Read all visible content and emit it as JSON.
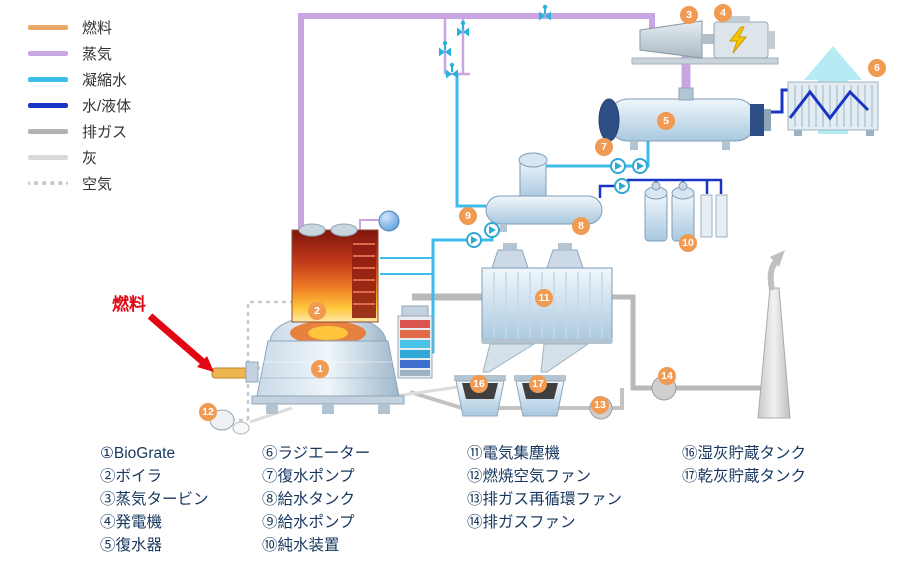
{
  "legend": {
    "items": [
      {
        "name": "fuel",
        "label": "燃料",
        "color": "#E9A869",
        "line": "solid"
      },
      {
        "name": "steam",
        "label": "蒸気",
        "color": "#C7A6E3",
        "line": "solid"
      },
      {
        "name": "condensate",
        "label": "凝縮水",
        "color": "#3BBDEA",
        "line": "solid"
      },
      {
        "name": "water",
        "label": "水/液体",
        "color": "#1A35C4",
        "line": "solid"
      },
      {
        "name": "flue-gas",
        "label": "排ガス",
        "color": "#B3B3B3",
        "line": "solid"
      },
      {
        "name": "ash",
        "label": "灰",
        "color": "#D9D9D9",
        "line": "solid"
      },
      {
        "name": "air",
        "label": "空気",
        "color": "#C6C6C6",
        "line": "dotted"
      }
    ]
  },
  "diagram": {
    "fuel_input_label": "燃料",
    "badge_color": "#F09A52",
    "fuel_arrow_color": "#E30613",
    "badges": [
      {
        "n": "1"
      },
      {
        "n": "2"
      },
      {
        "n": "3"
      },
      {
        "n": "4"
      },
      {
        "n": "5"
      },
      {
        "n": "6"
      },
      {
        "n": "7"
      },
      {
        "n": "8"
      },
      {
        "n": "9"
      },
      {
        "n": "10"
      },
      {
        "n": "11"
      },
      {
        "n": "12"
      },
      {
        "n": "13"
      },
      {
        "n": "14"
      },
      {
        "n": "16"
      },
      {
        "n": "17"
      }
    ]
  },
  "component_list": {
    "text_color": "#17375E",
    "columns": [
      {
        "items": [
          "①BioGrate",
          "②ボイラ",
          "③蒸気タービン",
          "④発電機",
          "⑤復水器"
        ]
      },
      {
        "items": [
          "⑥ラジエーター",
          "⑦復水ポンプ",
          "⑧給水タンク",
          "⑨給水ポンプ",
          "⑩純水装置"
        ]
      },
      {
        "items": [
          "⑪電気集塵機",
          "⑫燃焼空気ファン",
          "⑬排ガス再循環ファン",
          "⑭排ガスファン"
        ]
      },
      {
        "items": [
          "⑯湿灰貯蔵タンク",
          "⑰乾灰貯蔵タンク"
        ]
      }
    ]
  }
}
